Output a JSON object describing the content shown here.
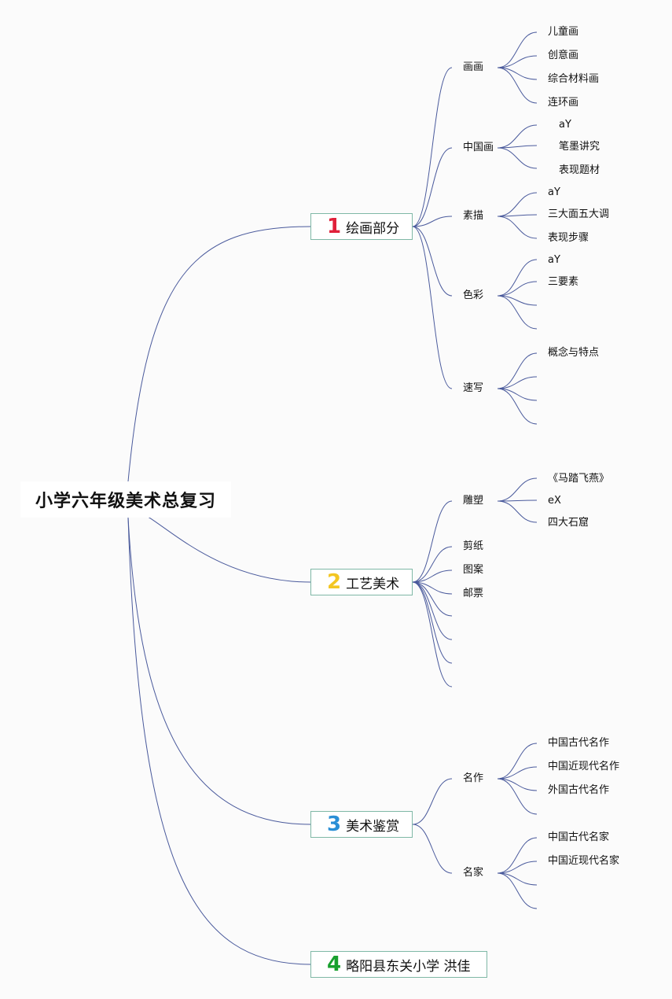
{
  "root": "小学六年级美术总复习",
  "branches": [
    {
      "number": "1",
      "color": "#e0203a",
      "label": "绘画部分",
      "children": [
        {
          "label": "画画",
          "leaves": [
            "儿童画",
            "创意画",
            "综合材料画",
            "连环画"
          ]
        },
        {
          "label": "中国画",
          "leaves": [
            "aY",
            "笔墨讲究",
            "表现题材"
          ]
        },
        {
          "label": "素描",
          "leaves": [
            "aY",
            "三大面五大调",
            "表现步骤"
          ]
        },
        {
          "label": "色彩",
          "leaves": [
            "aY",
            "三要素",
            "",
            ""
          ]
        },
        {
          "label": "速写",
          "leaves": [
            "概念与特点",
            "",
            "",
            ""
          ]
        }
      ]
    },
    {
      "number": "2",
      "color": "#f3c623",
      "label": "工艺美术",
      "children": [
        {
          "label": "雕塑",
          "leaves": [
            "《马踏飞燕》",
            "eX",
            "四大石窟"
          ]
        },
        {
          "label": "剪纸",
          "leaves": []
        },
        {
          "label": "图案",
          "leaves": []
        },
        {
          "label": "邮票",
          "leaves": []
        },
        {
          "label": "",
          "leaves": []
        },
        {
          "label": "",
          "leaves": []
        },
        {
          "label": "",
          "leaves": []
        },
        {
          "label": "",
          "leaves": []
        }
      ]
    },
    {
      "number": "3",
      "color": "#2a8fd6",
      "label": "美术鉴赏",
      "children": [
        {
          "label": "名作",
          "leaves": [
            "中国古代名作",
            "中国近现代名作",
            "外国古代名作",
            ""
          ]
        },
        {
          "label": "名家",
          "leaves": [
            "中国古代名家",
            "中国近现代名家",
            "",
            ""
          ]
        }
      ]
    },
    {
      "number": "4",
      "color": "#18a02e",
      "label": "略阳县东关小学 洪佳",
      "children": []
    }
  ]
}
